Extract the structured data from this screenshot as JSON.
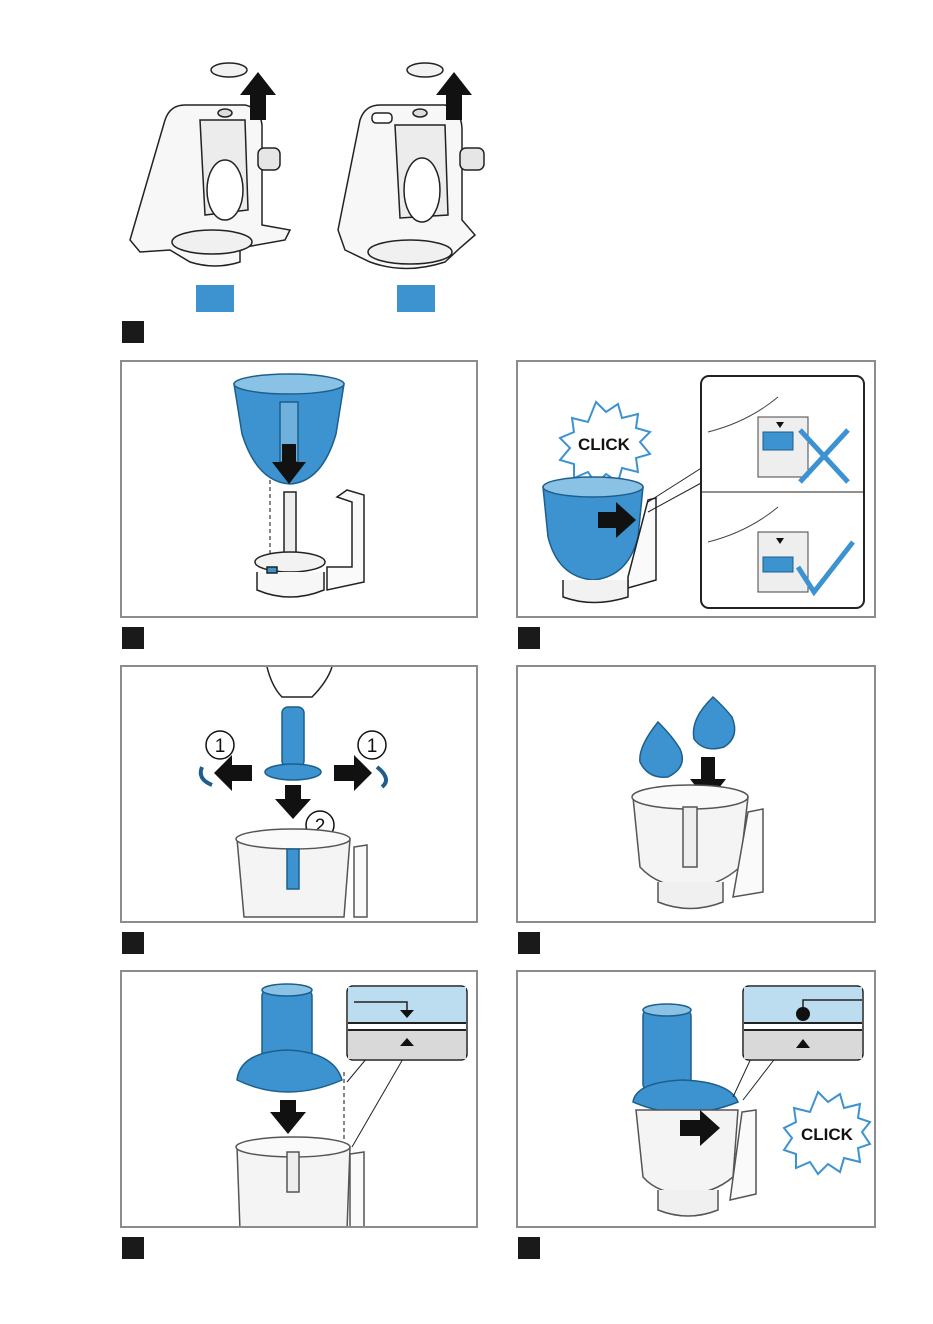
{
  "colors": {
    "accent_blue": "#3c93d0",
    "light_blue": "#bcdcef",
    "frame_gray": "#8c8c8c",
    "dark": "#1a1a1a",
    "check_blue": "#3c93d0"
  },
  "icons": [
    "up-arrow-icon",
    "down-arrow-icon",
    "right-arrow-icon",
    "left-arrow-icon",
    "cross-icon",
    "check-icon",
    "click-burst-icon",
    "alignment-arrow-icon",
    "alignment-dot-icon"
  ],
  "labels": {
    "click_top": "CLICK",
    "click_bottom": "CLICK",
    "step_one": "1",
    "step_two": "2"
  }
}
